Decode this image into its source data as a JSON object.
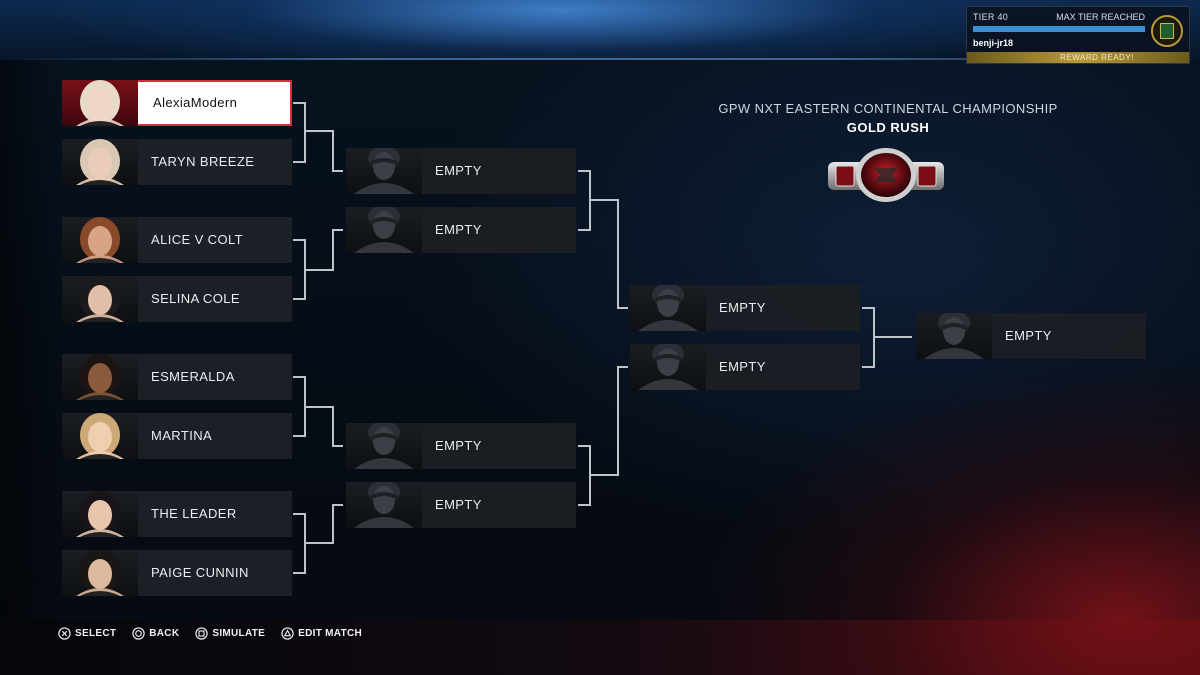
{
  "tier": {
    "label": "TIER 40",
    "max_label": "MAX TIER REACHED",
    "username": "benji-jr18",
    "reward_label": "REWARD READY!",
    "progress": 1.0
  },
  "championship": {
    "title": "GPW NXT EASTERN CONTINENTAL CHAMPIONSHIP",
    "subtitle": "GOLD RUSH"
  },
  "bracket": {
    "round1": [
      {
        "name": "AlexiaModern",
        "selected": true
      },
      {
        "name": "TARYN BREEZE"
      },
      {
        "name": "ALICE V COLT"
      },
      {
        "name": "SELINA COLE"
      },
      {
        "name": "ESMERALDA"
      },
      {
        "name": "MARTINA"
      },
      {
        "name": "THE LEADER"
      },
      {
        "name": "PAIGE CUNNIN"
      }
    ],
    "round2": [
      {
        "name": "EMPTY"
      },
      {
        "name": "EMPTY"
      },
      {
        "name": "EMPTY"
      },
      {
        "name": "EMPTY"
      }
    ],
    "round3": [
      {
        "name": "EMPTY"
      },
      {
        "name": "EMPTY"
      }
    ],
    "final": [
      {
        "name": "EMPTY"
      }
    ]
  },
  "controls": [
    {
      "icon": "cross-button-icon",
      "label": "SELECT"
    },
    {
      "icon": "circle-button-icon",
      "label": "BACK"
    },
    {
      "icon": "square-button-icon",
      "label": "SIMULATE"
    },
    {
      "icon": "triangle-button-icon",
      "label": "EDIT MATCH"
    }
  ],
  "colors": {
    "selected_border": "#d4313c",
    "tier_bar": "#3a8fd0",
    "reward_gold": "#b79a3a"
  }
}
